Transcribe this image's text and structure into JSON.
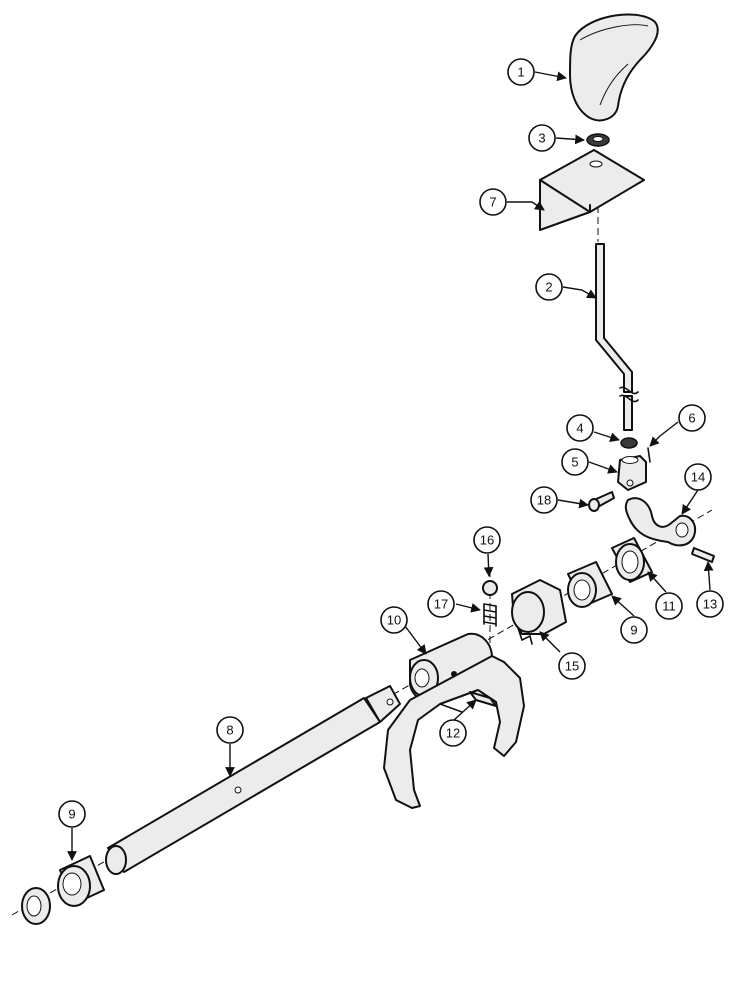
{
  "callouts": [
    {
      "id": "c1",
      "label": "1"
    },
    {
      "id": "c2",
      "label": "2"
    },
    {
      "id": "c3",
      "label": "3"
    },
    {
      "id": "c4",
      "label": "4"
    },
    {
      "id": "c5",
      "label": "5"
    },
    {
      "id": "c6",
      "label": "6"
    },
    {
      "id": "c7",
      "label": "7"
    },
    {
      "id": "c8",
      "label": "8"
    },
    {
      "id": "c9a",
      "label": "9"
    },
    {
      "id": "c9b",
      "label": "9"
    },
    {
      "id": "c10",
      "label": "10"
    },
    {
      "id": "c11",
      "label": "11"
    },
    {
      "id": "c12",
      "label": "12"
    },
    {
      "id": "c13",
      "label": "13"
    },
    {
      "id": "c14",
      "label": "14"
    },
    {
      "id": "c15",
      "label": "15"
    },
    {
      "id": "c16",
      "label": "16"
    },
    {
      "id": "c17",
      "label": "17"
    },
    {
      "id": "c18",
      "label": "18"
    }
  ]
}
